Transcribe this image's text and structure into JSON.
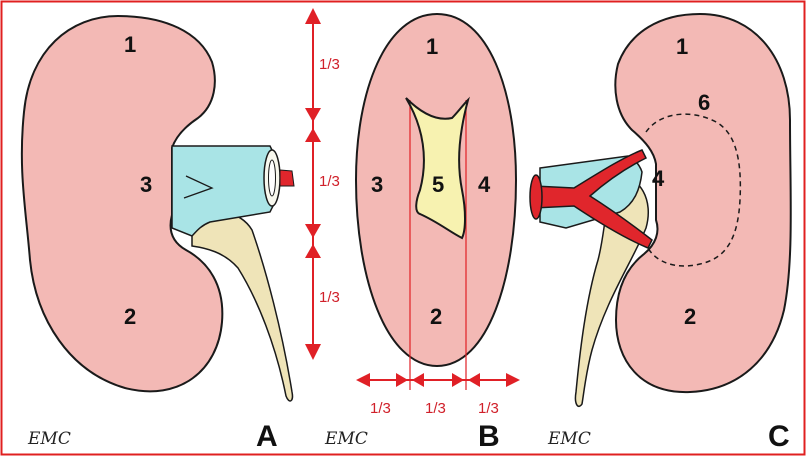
{
  "colors": {
    "frame": "#e02020",
    "kidney": "#f3b9b5",
    "outline": "#1a1a1a",
    "vein": "#a9e4e6",
    "ureter": "#efe4b8",
    "artery": "#e0262c",
    "measure": "#e02026",
    "sinus": "#f7f2b0"
  },
  "logo": "EMC",
  "panel_a": {
    "label": "A",
    "upper_pole": "1",
    "lower_pole": "2",
    "middle": "3"
  },
  "panel_b": {
    "label": "B",
    "upper_pole": "1",
    "lower_pole": "2",
    "lateral": "3",
    "medial": "4",
    "sinus": "5",
    "vertical_thirds": [
      "1/3",
      "1/3",
      "1/3"
    ],
    "horizontal_thirds": [
      "1/3",
      "1/3",
      "1/3"
    ]
  },
  "panel_c": {
    "label": "C",
    "upper_pole": "1",
    "lower_pole": "2",
    "hilum": "4",
    "hilar_zone": "6"
  }
}
